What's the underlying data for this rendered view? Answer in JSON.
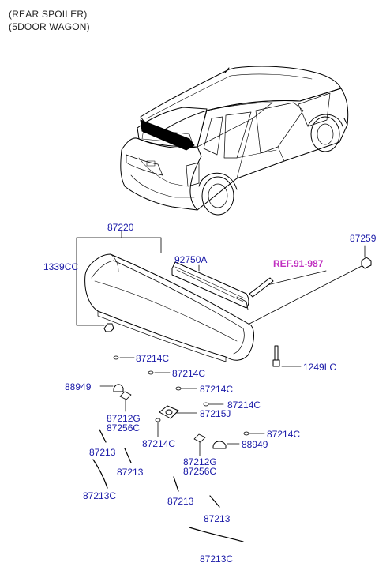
{
  "header": {
    "line1": "(REAR SPOILER)",
    "line2": "(5DOOR WAGON)"
  },
  "reference": {
    "text": "REF.91-987",
    "color": "#c030c0"
  },
  "colors": {
    "label": "#1a1aa8",
    "line": "#000000"
  },
  "labels": {
    "p87220": "87220",
    "p1339CC": "1339CC",
    "p92750A": "92750A",
    "p87259": "87259",
    "p1249LC": "1249LC",
    "p87214C_1": "87214C",
    "p87214C_2": "87214C",
    "p87214C_3": "87214C",
    "p87214C_4": "87214C",
    "p87214C_5": "87214C",
    "p87214C_6": "87214C",
    "p88949_1": "88949",
    "p88949_2": "88949",
    "p87212G_1": "87212G",
    "p87256C_1": "87256C",
    "p87215J": "87215J",
    "p87212G_2": "87212G",
    "p87256C_2": "87256C",
    "p87213_1": "87213",
    "p87213_2": "87213",
    "p87213_3": "87213",
    "p87213_4": "87213",
    "p87213C_1": "87213C",
    "p87213C_2": "87213C"
  }
}
